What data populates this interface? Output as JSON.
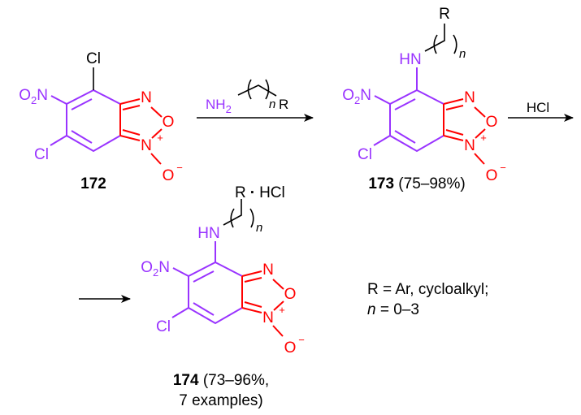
{
  "colors": {
    "carbon_ring": "#9933ff",
    "furoxan": "#ff0000",
    "text": "#000000"
  },
  "atoms": {
    "O": "O",
    "two": "2",
    "N": "N",
    "Cl": "Cl",
    "plus": "+",
    "minus": "−",
    "HN": "HN",
    "NH": "NH",
    "R": "R",
    "n": "n",
    "HCl": "HCl",
    "dot": "·"
  },
  "compounds": {
    "c172": {
      "number": "172"
    },
    "c173": {
      "number": "173",
      "yield": "(75–98%)"
    },
    "c174": {
      "number": "174",
      "yield": "(73–96%,",
      "examples": "7 examples)"
    }
  },
  "steps": {
    "step1": {
      "reagent_prefix": "NH",
      "reagent_sub": "2",
      "reagent_n": "n",
      "reagent_r": "R"
    },
    "step2": {
      "reagent": "HCl"
    }
  },
  "legend": {
    "line1": "R = Ar, cycloalkyl;",
    "line2_var": "n",
    "line2_rest": " = 0–3"
  }
}
